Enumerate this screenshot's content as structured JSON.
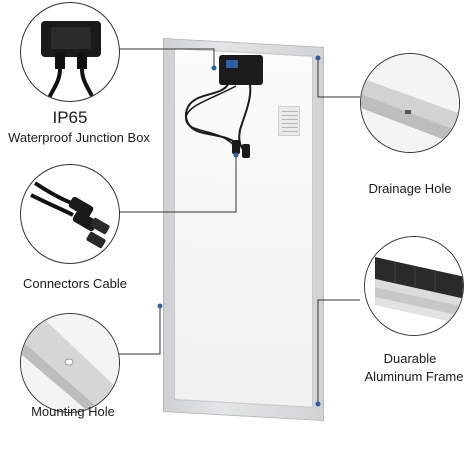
{
  "callouts": {
    "junction_box": {
      "title": "IP65",
      "subtitle": "Waterproof Junction Box"
    },
    "connectors": {
      "title": "Connectors Cable"
    },
    "mounting_hole": {
      "title": "Mounting Hole"
    },
    "drainage_hole": {
      "title": "Drainage Hole"
    },
    "frame": {
      "title_line1": "Duarable",
      "title_line2": "Aluminum Frame"
    }
  },
  "colors": {
    "frame": "#d2d3d4",
    "leader_line": "#333333",
    "dot": "#2f5ea8",
    "cable": "#1a1a1a"
  }
}
